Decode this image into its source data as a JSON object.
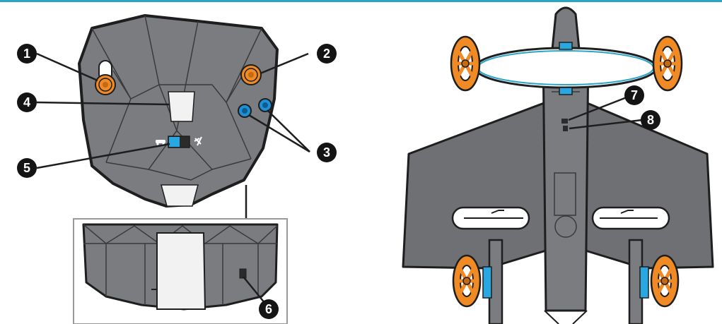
{
  "callouts": [
    {
      "id": "1",
      "label": "1"
    },
    {
      "id": "2",
      "label": "2"
    },
    {
      "id": "3",
      "label": "3"
    },
    {
      "id": "4",
      "label": "4"
    },
    {
      "id": "5",
      "label": "5"
    },
    {
      "id": "6",
      "label": "6"
    },
    {
      "id": "7",
      "label": "7"
    },
    {
      "id": "8",
      "label": "8"
    }
  ],
  "colors": {
    "body_gray": "#7a7c80",
    "outline": "#1e1e1e",
    "joystick_orange": "#f08a24",
    "button_blue": "#1f8fd6",
    "switch_blue": "#2aa6e0",
    "accent_rule": "#2aa6c8"
  }
}
